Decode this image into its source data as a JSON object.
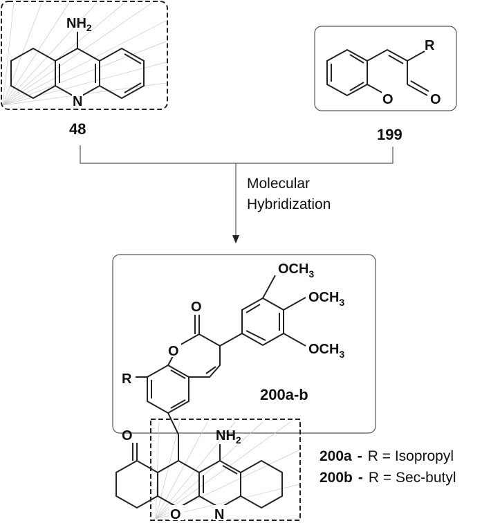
{
  "compounds": {
    "tacrine": {
      "number": "48",
      "substituent": "NH",
      "sub_index": "2",
      "ring_atom": "N"
    },
    "coumarin": {
      "number": "199",
      "r_group": "R",
      "ring_oxygen": "O",
      "carbonyl_oxygen": "O"
    },
    "hybrid": {
      "number": "200a-b",
      "r_group": "R",
      "carbonyl_oxygen": "O",
      "ring_oxygen": "O",
      "methoxy": "OCH",
      "methoxy_index": "3",
      "amine": "NH",
      "amine_index": "2",
      "ketone_oxygen": "O",
      "pyran_oxygen": "O",
      "ring_n": "N"
    }
  },
  "arrow": {
    "line1": "Molecular",
    "line2": "Hybridization"
  },
  "legend": [
    {
      "id": "200a",
      "sep": "-",
      "text": "R = Isopropyl"
    },
    {
      "id": "200b",
      "sep": "-",
      "text": "R = Sec-butyl"
    }
  ]
}
